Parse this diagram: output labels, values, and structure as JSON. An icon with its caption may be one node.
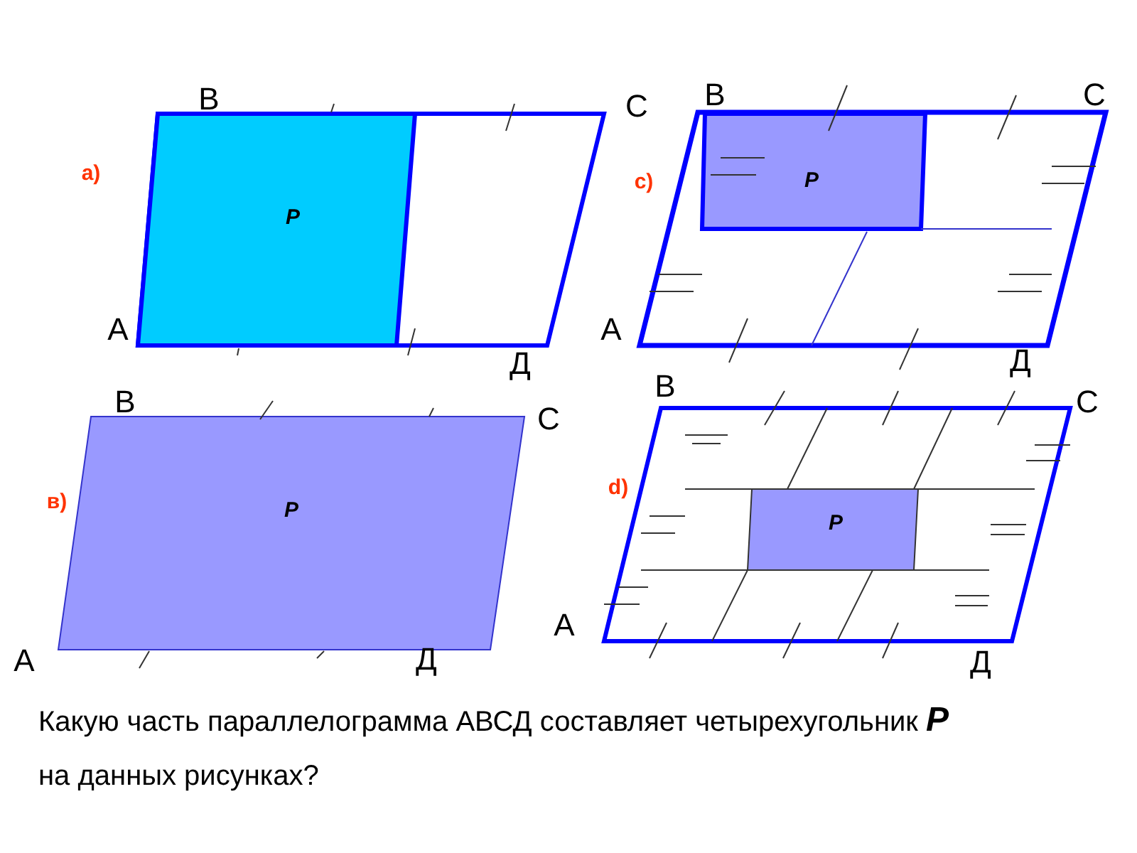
{
  "diagram": {
    "caption": "Какую часть параллелограмма АВСД составляет четырехугольник **P** на данных рисунках?",
    "nodes": [
      {
        "text": [],
        "shape": "parallelogram",
        "beside": [
          "В",
          "С",
          "А",
          "Д"
        ]
      },
      {
        "text": [
          "P"
        ],
        "in": 0
      },
      {
        "text": [],
        "shape": "parallelogram",
        "beside": [
          "В",
          "С",
          "А",
          "Д"
        ]
      },
      {
        "text": [
          "P"
        ],
        "in": 2
      },
      {
        "text": [
          "P"
        ],
        "beside": [
          "В",
          "С",
          "А",
          "Д"
        ]
      },
      {
        "text": [],
        "shape": "parallelogram",
        "beside": [
          "В",
          "С",
          "А",
          "Д"
        ]
      },
      {
        "text": [
          "P"
        ],
        "in": 5
      }
    ],
    "labels": [
      "a)",
      "c)",
      "в)",
      "d)"
    ]
  }
}
